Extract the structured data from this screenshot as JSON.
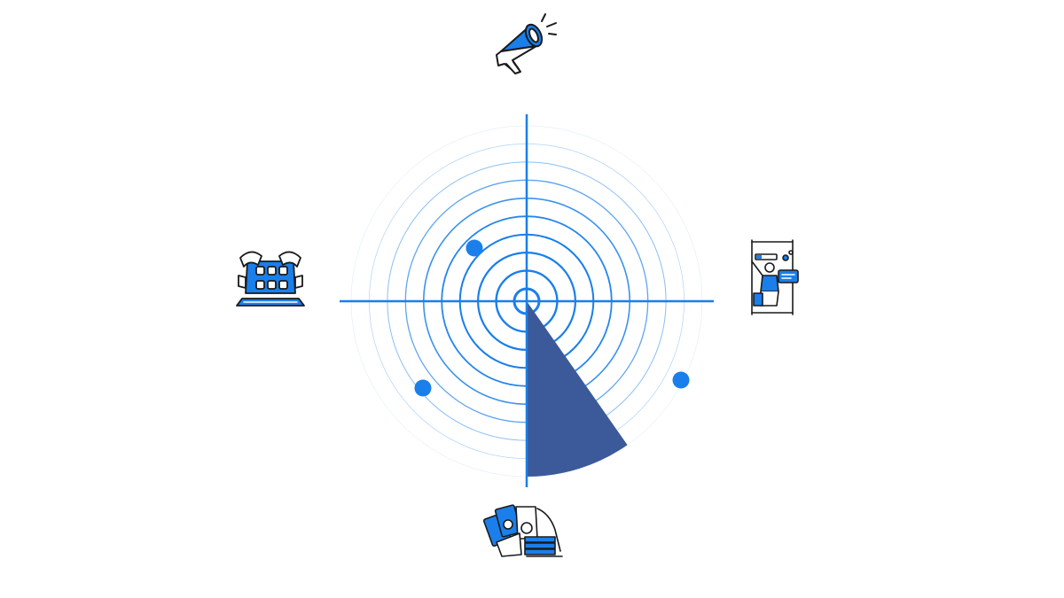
{
  "colors": {
    "primary": "#1a7fea",
    "sweep": "#3c5a9a",
    "ink": "#1a1a1a",
    "background": "#ffffff"
  },
  "radar": {
    "ring_count": 10,
    "sweep_start_bearing_deg": 180,
    "sweep_end_bearing_deg": 145,
    "blips": [
      {
        "name": "blip-upper-left"
      },
      {
        "name": "blip-lower-left"
      },
      {
        "name": "blip-lower-right"
      }
    ]
  },
  "icons": {
    "top": "megaphone-icon",
    "left": "app-grid-hands-icon",
    "right": "support-agent-icon",
    "bottom": "money-cash-icon"
  }
}
